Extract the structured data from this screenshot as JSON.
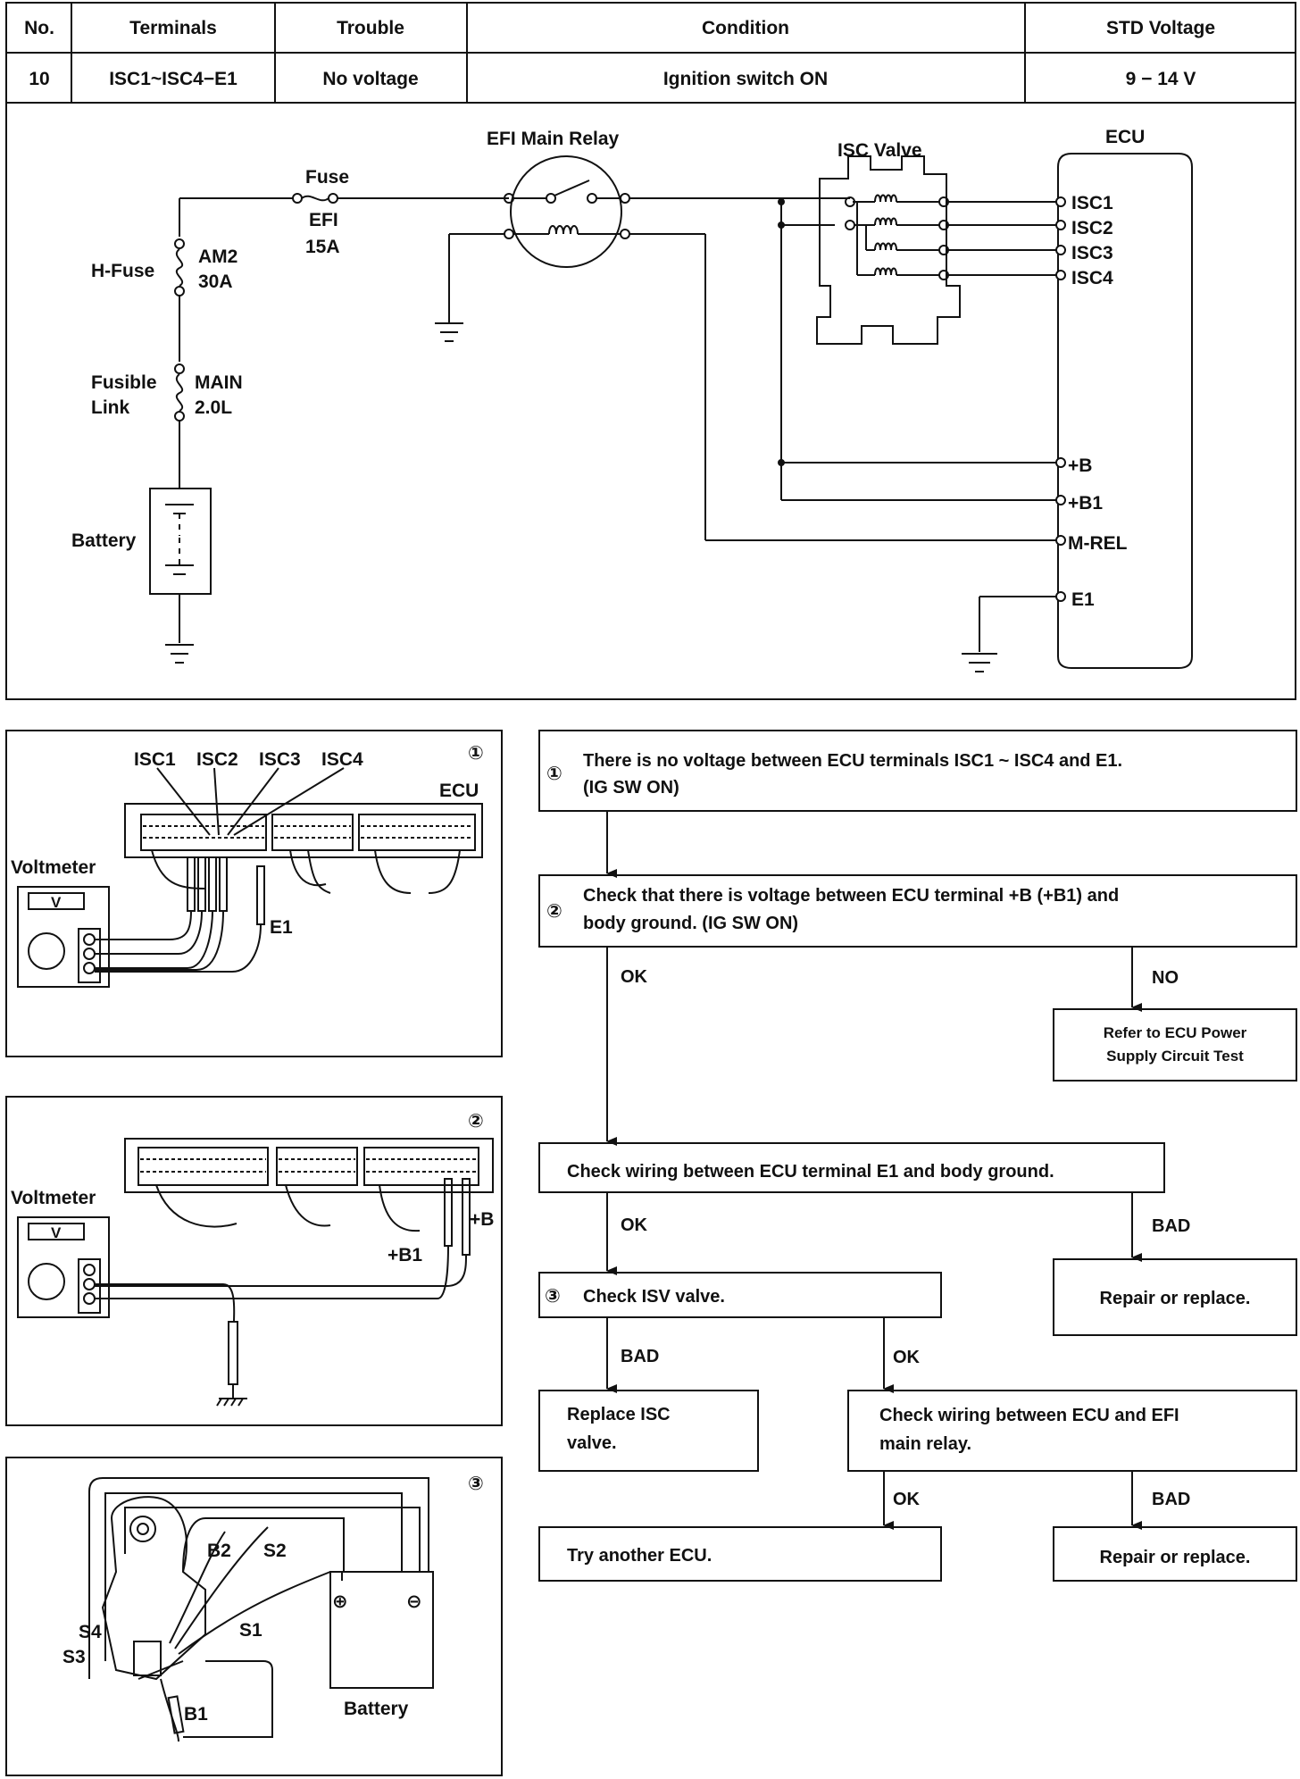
{
  "table": {
    "headers": [
      "No.",
      "Terminals",
      "Trouble",
      "Condition",
      "STD Voltage"
    ],
    "row": [
      "10",
      "ISC1~ISC4−E1",
      "No voltage",
      "Ignition switch ON",
      "9 − 14 V"
    ]
  },
  "circuit": {
    "fuse_label": "Fuse",
    "fuse_name": "EFI",
    "fuse_rating": "15A",
    "relay_label": "EFI Main Relay",
    "isc_valve_label": "ISC Valve",
    "ecu_label": "ECU",
    "hfuse_label": "H-Fuse",
    "hfuse_name": "AM2",
    "hfuse_rating": "30A",
    "fusible_line1": "Fusible",
    "fusible_line2": "Link",
    "fusible_name": "MAIN",
    "fusible_rating": "2.0L",
    "battery_label": "Battery",
    "ecu_terminals": [
      "ISC1",
      "ISC2",
      "ISC3",
      "ISC4",
      "+B",
      "+B1",
      "M-REL",
      "E1"
    ]
  },
  "fig1": {
    "number": "①",
    "pins": [
      "ISC1",
      "ISC2",
      "ISC3",
      "ISC4"
    ],
    "ecu": "ECU",
    "voltmeter": "Voltmeter",
    "meter_v": "V",
    "e1": "E1"
  },
  "fig2": {
    "number": "②",
    "voltmeter": "Voltmeter",
    "meter_v": "V",
    "plus_b": "+B",
    "plus_b1": "+B1"
  },
  "fig3": {
    "number": "③",
    "b2": "B2",
    "s2": "S2",
    "s1": "S1",
    "s4": "S4",
    "s3": "S3",
    "b1": "B1",
    "plus": "⊕",
    "minus": "⊖",
    "battery": "Battery"
  },
  "flow": {
    "step1_num": "①",
    "step1_line1": "There is no voltage between ECU terminals ISC1 ~ ISC4 and E1.",
    "step1_line2": "(IG SW ON)",
    "step2_num": "②",
    "step2_line1": "Check that there is voltage between ECU terminal +B (+B1) and",
    "step2_line2": "body ground.  (IG SW ON)",
    "ok1": "OK",
    "no1": "NO",
    "power_line1": "Refer to ECU Power",
    "power_line2": "Supply Circuit Test",
    "e1_check": "Check wiring between ECU terminal E1 and body ground.",
    "ok2": "OK",
    "bad1": "BAD",
    "repair1": "Repair or replace.",
    "step3_num": "③",
    "step3": "Check ISV valve.",
    "bad2": "BAD",
    "ok3": "OK",
    "replace_line1": "Replace ISC",
    "replace_line2": "valve.",
    "relay_check_line1": "Check wiring between ECU and EFI",
    "relay_check_line2": "main relay.",
    "ok4": "OK",
    "bad3": "BAD",
    "try_ecu": "Try another ECU.",
    "repair2": "Repair or replace."
  }
}
